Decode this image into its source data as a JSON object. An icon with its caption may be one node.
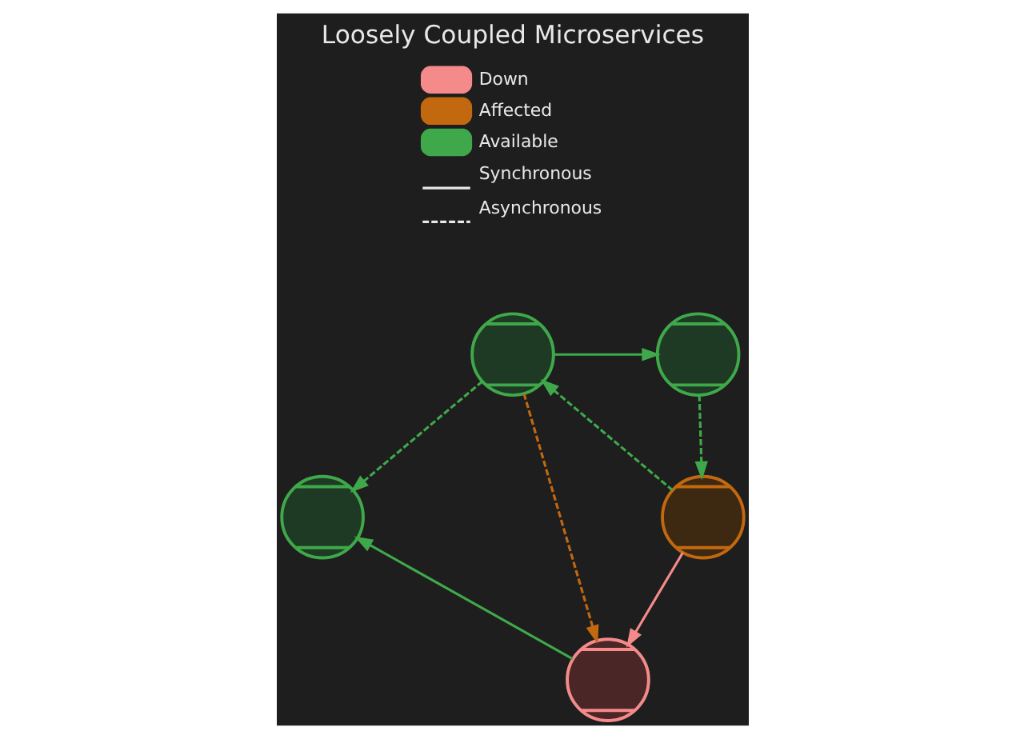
{
  "diagram": {
    "title": "Loosely Coupled Microservices",
    "nodes": [
      {
        "text": [],
        "shape": "circle"
      },
      {
        "text": [],
        "shape": "circle"
      },
      {
        "text": [],
        "shape": "circle"
      },
      {
        "text": [],
        "shape": "circle"
      },
      {
        "text": [],
        "shape": "circle"
      }
    ],
    "edges": [
      {
        "from": 0,
        "to": 1,
        "arrow": "to"
      },
      {
        "from": 1,
        "to": 3,
        "arrow": "to",
        "style": "dashed"
      },
      {
        "from": 3,
        "to": 0,
        "arrow": "to",
        "style": "dashed"
      },
      {
        "from": 0,
        "to": 2,
        "arrow": "to",
        "style": "dashed"
      },
      {
        "from": 0,
        "to": 4,
        "arrow": "to",
        "style": "dashed",
        "color": "#c2680f"
      },
      {
        "from": 3,
        "to": 4,
        "arrow": "to",
        "color": "#f58a8a"
      },
      {
        "from": 4,
        "to": 2,
        "arrow": "to"
      }
    ],
    "legend": [
      {
        "text": "Down",
        "color": "#f58a8a"
      },
      {
        "text": "Affected",
        "color": "#c2680f"
      },
      {
        "text": "Available",
        "color": "#3fa84a"
      },
      {
        "text": "Synchronous"
      },
      {
        "text": "Asynchronous"
      }
    ]
  }
}
